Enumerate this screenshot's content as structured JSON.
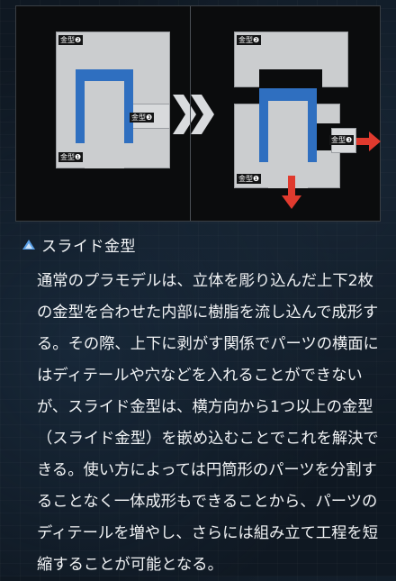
{
  "diagram": {
    "left_panel": {
      "mold2_label": "金型❷",
      "mold3_label": "金型❸",
      "mold1_label": "金型❶"
    },
    "right_panel": {
      "mold2_label": "金型❷",
      "mold3_label": "金型❸",
      "mold1_label": "金型❶"
    },
    "colors": {
      "mold": "#cbcdcf",
      "cavity": "#2f6fc0",
      "arrow": "#e03a2e",
      "chevron": "#d9dbde"
    }
  },
  "section": {
    "title": "スライド金型",
    "lines": [
      "通常のプラモデルは、立体を彫り込んだ上下2枚",
      "の金型を合わせた内部に樹脂を流し込んで成形す",
      "る。その際、上下に剥がす関係でパーツの横面に",
      "はディテールや穴などを入れることができない",
      "が、スライド金型は、横方向から1つ以上の金型",
      "（スライド金型）を嵌め込むことでこれを解決で",
      "きる。使い方によっては円筒形のパーツを分割す",
      "ることなく一体成形もできることから、パーツの",
      "ディテールを増やし、さらには組み立て工程を短",
      "縮することが可能となる。"
    ]
  }
}
